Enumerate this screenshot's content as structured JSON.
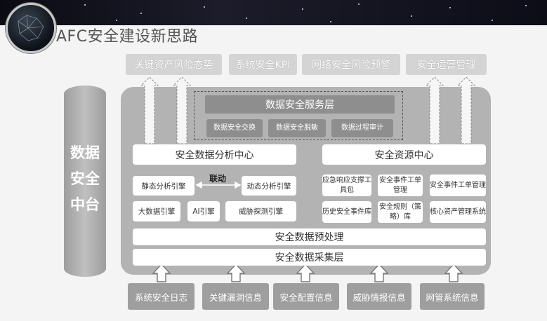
{
  "header": {
    "title": "AFC安全建设新思路"
  },
  "top_outputs": [
    "关键资产风险态势",
    "系统安全KPI",
    "网络安全风险预警",
    "安全运营管理"
  ],
  "pillar": {
    "label": "数据安全中台",
    "lines": [
      "数据",
      "安全",
      "中台"
    ]
  },
  "service_layer": {
    "title": "数据安全服务层",
    "items": [
      "数据安全交换",
      "数据安全脱敏",
      "数据过程审计"
    ]
  },
  "analysis_center": {
    "title": "安全数据分析中心",
    "static_engine": "静态分析引擎",
    "link_label": "联动",
    "dynamic_engine": "动态分析引擎",
    "bigdata_engine": "大数据引擎",
    "ai_engine": "AI引擎",
    "threat_engine": "威胁探测引擎"
  },
  "resource_center": {
    "title": "安全资源中心",
    "items": [
      "应急响应支撑工具包",
      "安全事件工单管理",
      "安全事件工单管理",
      "历史安全事件库",
      "安全规则（策略）库",
      "核心资产管理系统"
    ]
  },
  "preprocess": "安全数据预处理",
  "collection": "安全数据采集层",
  "inputs": [
    "系统安全日志",
    "关键漏洞信息",
    "安全配置信息",
    "威胁情报信息",
    "网管系统信息"
  ]
}
